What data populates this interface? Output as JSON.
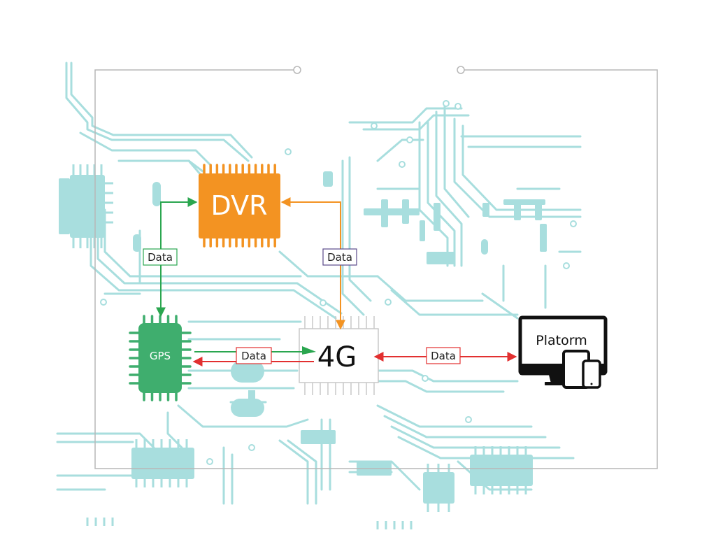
{
  "nodes": {
    "dvr": {
      "label": "DVR",
      "color": "#f39322"
    },
    "gps": {
      "label": "GPS",
      "color": "#3fae6e"
    },
    "g4": {
      "label": "4G"
    },
    "platform": {
      "label": "Platorm"
    }
  },
  "connections": [
    {
      "id": "gps-dvr",
      "label": "Data",
      "color": "#2aa64f"
    },
    {
      "id": "4g-dvr",
      "label": "Data",
      "color": "#f39322"
    },
    {
      "id": "gps-4g",
      "label": "Data",
      "color": "#e23030"
    },
    {
      "id": "4g-platform",
      "label": "Data",
      "color": "#e23030"
    }
  ],
  "colors": {
    "circuit": "#a8dede",
    "frame": "#b7b7b7",
    "green_arrow": "#2aa64f"
  },
  "icons": [
    "monitor-icon",
    "tablet-icon",
    "phone-icon",
    "chip-icon"
  ]
}
